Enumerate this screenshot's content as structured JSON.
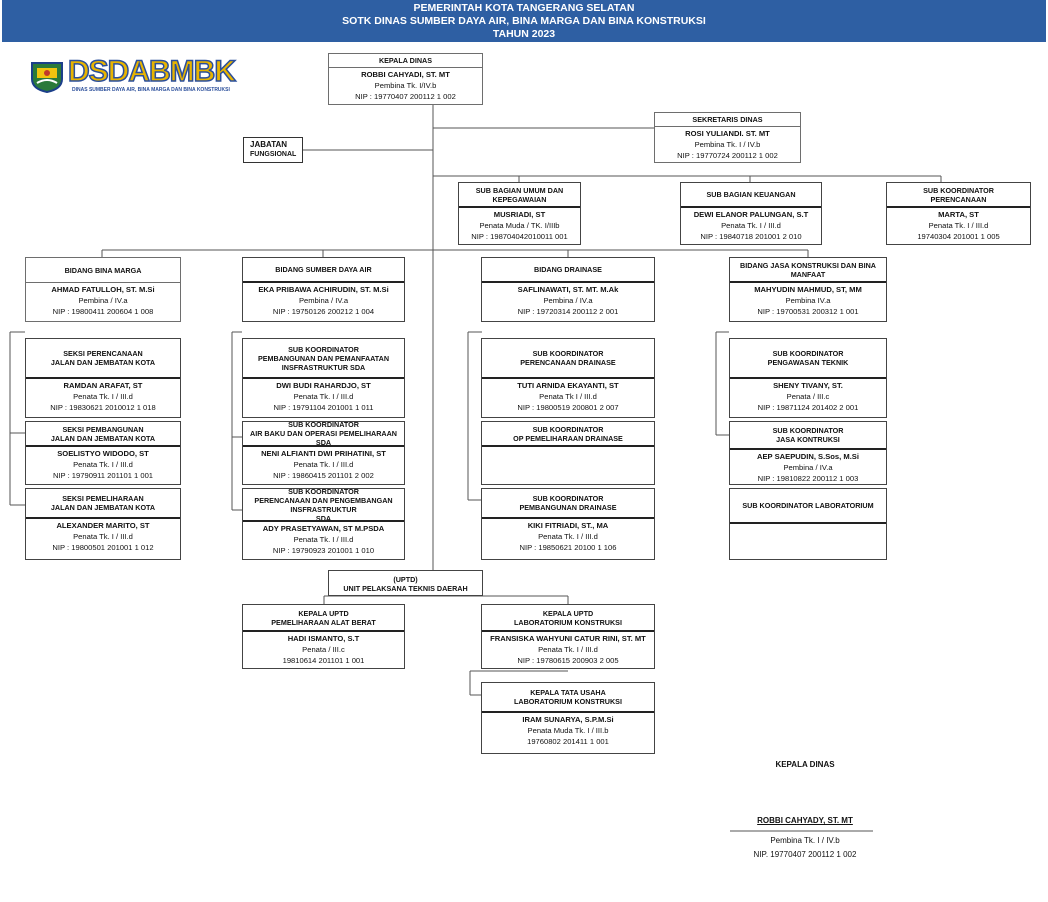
{
  "header": {
    "line1": "PEMERINTAH KOTA TANGERANG SELATAN",
    "line2": "SOTK  DINAS SUMBER DAYA AIR, BINA MARGA DAN BINA KONSTRUKSI",
    "line3": "TAHUN 2023"
  },
  "logo": {
    "text": "DSDABMBK",
    "subtitle": "DINAS SUMBER DAYA AIR, BINA MARGA DAN BINA KONSTRUKSI",
    "emblem": "city-emblem-icon"
  },
  "jabatan_fungsional": {
    "line1": "JABATAN",
    "line2": "FUNGSIONAL"
  },
  "boxes": {
    "kepala": {
      "title": [
        "KEPALA DINAS"
      ],
      "name": "ROBBI CAHYADI, ST. MT",
      "rank": "Pembina Tk. I/IV.b",
      "nip": "NIP : 19770407 200112 1 002"
    },
    "sekretaris": {
      "title": [
        "SEKRETARIS DINAS"
      ],
      "name": "ROSI YULIANDI. ST. MT",
      "rank": "Pembina Tk. I / IV.b",
      "nip": "NIP : 19770724 200112 1 002"
    },
    "umum": {
      "title": [
        "SUB BAGIAN UMUM DAN",
        "KEPEGAWAIAN"
      ],
      "name": "MUSRIADI, ST",
      "rank": "Penata Muda / TK. I/IIIb",
      "nip": "NIP : 198704042010011 001"
    },
    "keuangan": {
      "title": [
        "SUB BAGIAN KEUANGAN"
      ],
      "name": "DEWI ELANOR PALUNGAN, S.T",
      "rank": "Penata Tk. I / III.d",
      "nip": "NIP : 19840718 201001 2 010"
    },
    "perencanaan": {
      "title": [
        "SUB KOORDINATOR",
        "PERENCANAAN"
      ],
      "name": "MARTA, ST",
      "rank": "Penata Tk. I / III.d",
      "nip": "19740304 201001 1 005"
    },
    "bina_marga": {
      "title": [
        "BIDANG BINA MARGA"
      ],
      "name": "AHMAD FATULLOH, ST. M.Si",
      "rank": "Pembina / IV.a",
      "nip": "NIP : 19800411 200604 1 008"
    },
    "sda": {
      "title": [
        "BIDANG SUMBER DAYA AIR"
      ],
      "name": "EKA PRIBAWA ACHIRUDIN, ST. M.Si",
      "rank": "Pembina / IV.a",
      "nip": "NIP : 19750126 200212 1 004"
    },
    "drainase": {
      "title": [
        "BIDANG DRAINASE"
      ],
      "name": "SAFLINAWATI, ST. MT. M.Ak",
      "rank": "Pembina / IV.a",
      "nip": "NIP : 19720314 200112 2 001"
    },
    "jasa": {
      "title": [
        "BIDANG JASA KONSTRUKSI DAN BINA MANFAAT"
      ],
      "name": "MAHYUDIN MAHMUD, ST, MM",
      "rank": "Pembina IV.a",
      "nip": "NIP : 19700531 200312 1 001"
    },
    "bm1": {
      "title": [
        "SEKSI PERENCANAAN",
        "JALAN DAN JEMBATAN KOTA"
      ],
      "name": "RAMDAN ARAFAT, ST",
      "rank": "Penata Tk. I / III.d",
      "nip": "NIP : 19830621 2010012 1 018"
    },
    "bm2": {
      "title": [
        "SEKSI PEMBANGUNAN",
        "JALAN DAN JEMBATAN KOTA"
      ],
      "name": "SOELISTYO WIDODO, ST",
      "rank": "Penata Tk. I / III.d",
      "nip": "NIP : 19790911 201101 1 001"
    },
    "bm3": {
      "title": [
        "SEKSI PEMELIHARAAN",
        "JALAN DAN JEMBATAN KOTA"
      ],
      "name": "ALEXANDER MARITO, ST",
      "rank": "Penata Tk. I / III.d",
      "nip": "NIP : 19800501 201001 1 012"
    },
    "sda1": {
      "title": [
        "SUB KOORDINATOR",
        "PEMBANGUNAN DAN PEMANFAATAN",
        "INSFRASTRUKTUR SDA"
      ],
      "name": "DWI BUDI RAHARDJO, ST",
      "rank": "Penata Tk. I / III.d",
      "nip": "NIP : 19791104 201001 1 011"
    },
    "sda2": {
      "title": [
        "SUB KOORDINATOR",
        "AIR BAKU DAN OPERASI PEMELIHARAAN SDA"
      ],
      "name": "NENI ALFIANTI DWI PRIHATINI, ST",
      "rank": "Penata Tk. I / III.d",
      "nip": "NIP : 19860415 201101 2 002"
    },
    "sda3": {
      "title": [
        "SUB KOORDINATOR",
        "PERENCANAAN DAN PENGEMBANGAN INSFRASTRUKTUR",
        "SDA"
      ],
      "name": "ADY PRASETYAWAN, ST M.PSDA",
      "rank": "Penata Tk. I / III.d",
      "nip": "NIP : 19790923 201001 1 010"
    },
    "dr1": {
      "title": [
        "SUB KOORDINATOR",
        "PERENCANAAN DRAINASE"
      ],
      "name": "TUTI ARNIDA EKAYANTI, ST",
      "rank": "Penata Tk I / III.d",
      "nip": "NIP : 19800519 200801 2 007"
    },
    "dr2": {
      "title": [
        "SUB KOORDINATOR",
        "OP PEMELIHARAAN DRAINASE"
      ]
    },
    "dr3": {
      "title": [
        "SUB KOORDINATOR",
        "PEMBANGUNAN DRAINASE"
      ],
      "name": "KIKI FITRIADI, ST., MA",
      "rank": "Penata Tk. I / III.d",
      "nip": "NIP : 19850621 20100 1 106"
    },
    "jk1": {
      "title": [
        "SUB KOORDINATOR",
        "PENGAWASAN TEKNIK"
      ],
      "name": "SHENY TIVANY, ST.",
      "rank": "Penata  / III.c",
      "nip": "NIP : 19871124 201402 2 001"
    },
    "jk2": {
      "title": [
        "SUB KOORDINATOR",
        "JASA KONTRUKSI"
      ],
      "name": "AEP SAEPUDIN, S.Sos, M.Si",
      "rank": "Pembina / IV.a",
      "nip": "NIP : 19810822 200112 1 003"
    },
    "jk3": {
      "title": [
        "SUB KOORDINATOR LABORATORIUM"
      ]
    },
    "uptd": {
      "title": [
        "(UPTD)",
        "UNIT PELAKSANA TEKNIS DAERAH"
      ]
    },
    "upt_alat": {
      "title": [
        "KEPALA UPTD",
        "PEMELIHARAAN ALAT BERAT"
      ],
      "name": "HADI ISMANTO, S.T",
      "rank": "Penata  / III.c",
      "nip": "19810614 201101 1 001"
    },
    "upt_lab": {
      "title": [
        "KEPALA UPTD",
        "LABORATORIUM KONSTRUKSI"
      ],
      "name": "FRANSISKA WAHYUNI CATUR RINI, ST. MT",
      "rank": "Penata Tk. I / III.d",
      "nip": "NIP : 19780615 200903 2 005"
    },
    "tata_usaha": {
      "title": [
        "KEPALA TATA USAHA",
        "LABORATORIUM KONSTRUKSI"
      ],
      "name": "IRAM SUNARYA, S.P.M.Si",
      "rank": "Penata Muda Tk. I / III.b",
      "nip": "19760802 201411 1 001"
    }
  },
  "signature": {
    "title": "KEPALA DINAS",
    "name": "ROBBI CAHYADY, ST. MT",
    "rank": "Pembina Tk. I / IV.b",
    "nip": "NIP. 19770407 200112 1 002"
  }
}
